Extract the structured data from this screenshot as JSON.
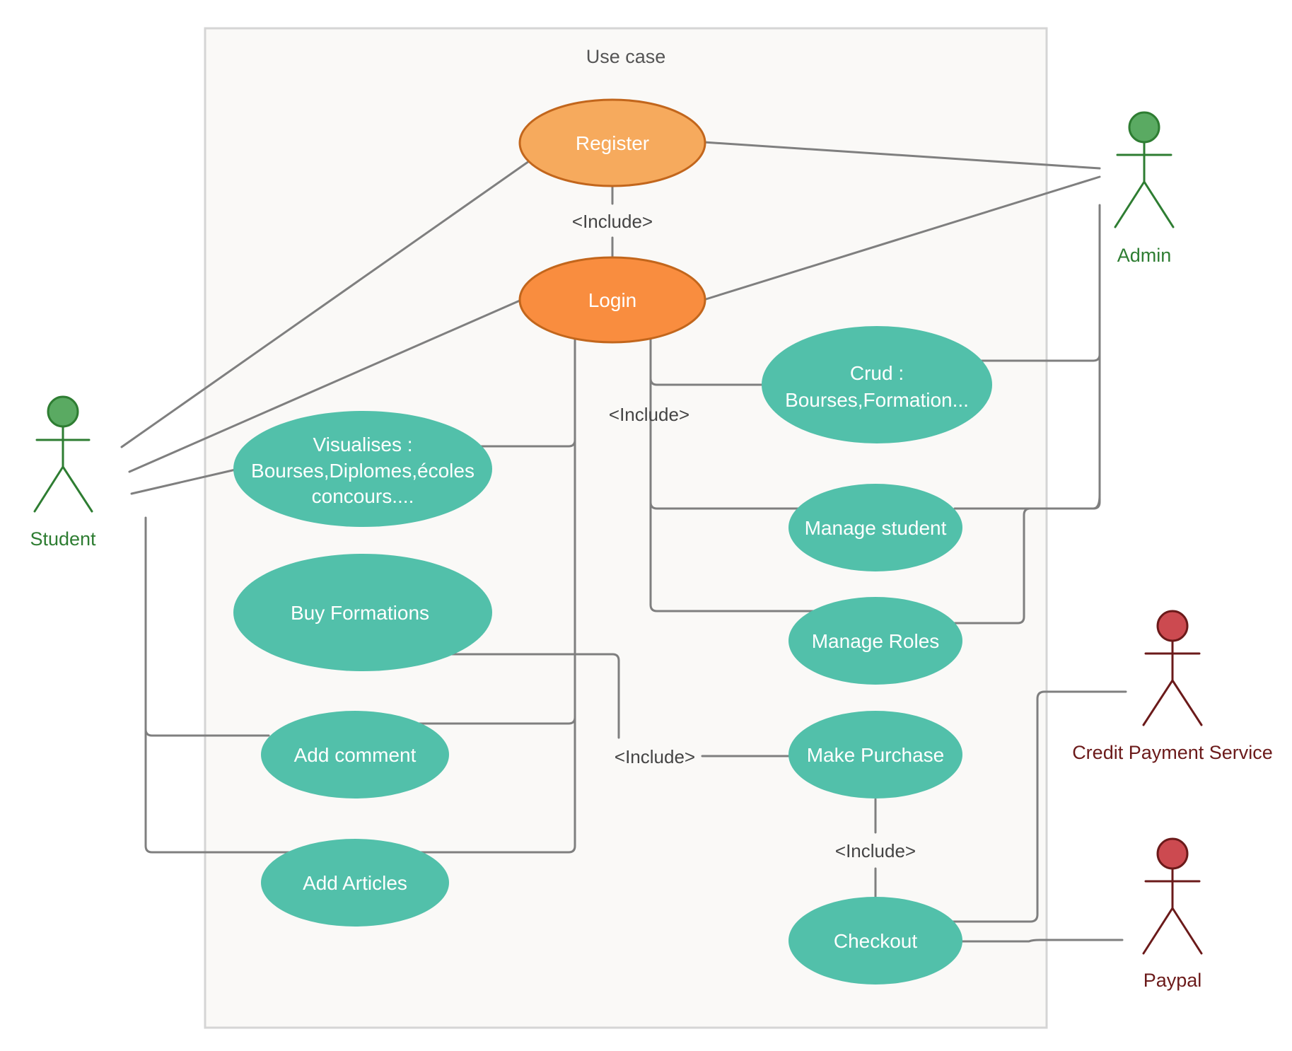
{
  "system": {
    "title": "Use case"
  },
  "colors": {
    "background": "#faf9f7",
    "frame": "#d5d5d5",
    "connector": "#7f7f7f",
    "register_fill": "#f6aa5d",
    "login_fill": "#f98d3f",
    "orange_stroke": "#c2661c",
    "usecase_fill": "#52c0aa",
    "actor_green": "#2e7d32",
    "actor_green_head": "#5aaa62",
    "actor_red": "#6b1a1a",
    "actor_red_head": "#cc4a50"
  },
  "actors": {
    "student": {
      "label": "Student",
      "icon": "stick-figure-icon"
    },
    "admin": {
      "label": "Admin",
      "icon": "stick-figure-icon"
    },
    "credit": {
      "label": "Credit Payment Service",
      "icon": "stick-figure-icon"
    },
    "paypal": {
      "label": "Paypal",
      "icon": "stick-figure-icon"
    }
  },
  "use_cases": {
    "register": {
      "label": "Register"
    },
    "login": {
      "label": "Login"
    },
    "crud": {
      "lines": [
        "Crud :",
        "Bourses,Formation..."
      ]
    },
    "visualises": {
      "lines": [
        "Visualises :",
        "Bourses,Diplomes,écoles",
        "concours...."
      ]
    },
    "manage_student": {
      "label": "Manage student"
    },
    "buy_formations": {
      "label": "Buy Formations"
    },
    "manage_roles": {
      "label": "Manage Roles"
    },
    "add_comment": {
      "label": "Add comment"
    },
    "make_purchase": {
      "label": "Make Purchase"
    },
    "add_articles": {
      "label": "Add Articles"
    },
    "checkout": {
      "label": "Checkout"
    }
  },
  "relations": {
    "include_register_login": "<Include>",
    "include_login_admin": "<Include>",
    "include_buy_purchase": "<Include>",
    "include_purchase_checkout": "<Include>"
  }
}
